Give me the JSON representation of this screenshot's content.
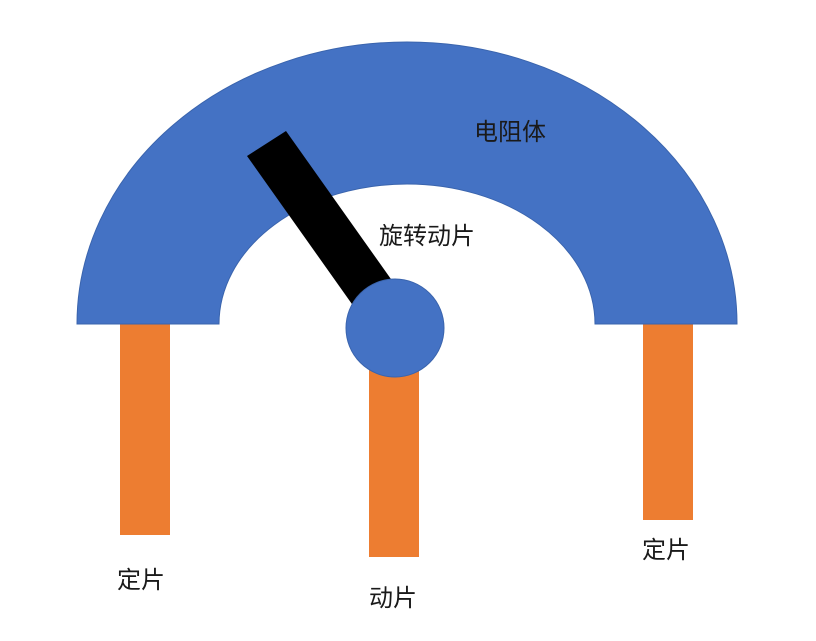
{
  "labels": {
    "resistor_body": "电阻体",
    "rotating_wiper": "旋转动片",
    "fixed_terminal_left": "定片",
    "fixed_terminal_right": "定片",
    "wiper_terminal": "动片"
  },
  "colors": {
    "resistor": "#4472c4",
    "terminal": "#ed7d31",
    "wiper_arm": "#000000",
    "background": "#ffffff",
    "text": "#1a1a1a"
  }
}
